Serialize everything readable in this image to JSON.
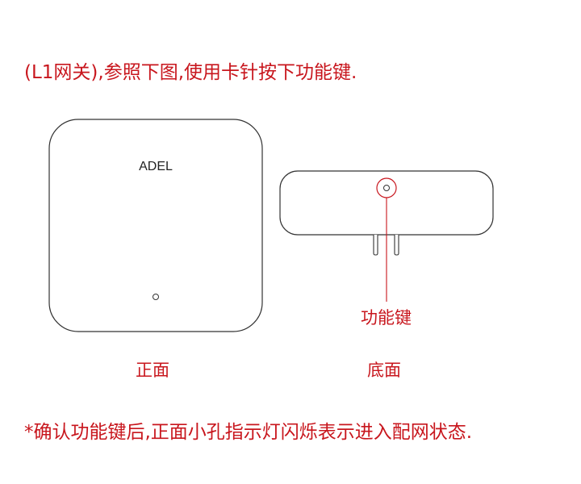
{
  "instruction": "(L1网关),参照下图,使用卡针按下功能键.",
  "front_device": {
    "brand": "ADEL",
    "caption": "正面"
  },
  "bottom_device": {
    "caption": "底面",
    "button_label": "功能键"
  },
  "note": "*确认功能键后,正面小孔指示灯闪烁表示进入配网状态.",
  "colors": {
    "accent": "#c8161d",
    "outline": "#333333"
  }
}
